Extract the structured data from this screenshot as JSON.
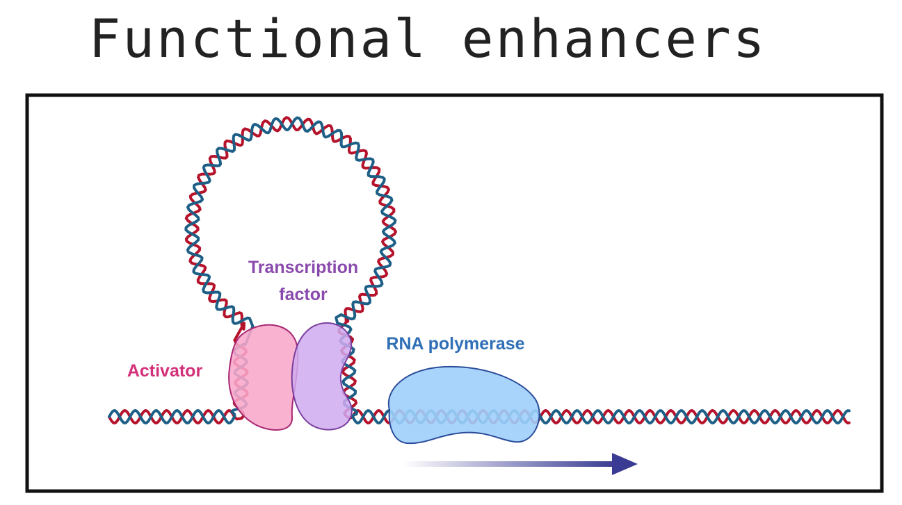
{
  "title": "Functional enhancers",
  "labels": {
    "activator": "Activator",
    "transcription_factor_line1": "Transcription",
    "transcription_factor_line2": "factor",
    "rna_polymerase": "RNA polymerase"
  },
  "colors": {
    "strand_red": "#b5132b",
    "strand_blue": "#1d5f86",
    "activator_fill": "#f9a7cb",
    "activator_stroke": "#a82873",
    "tf_fill": "#cfaaf0",
    "tf_stroke": "#7a3f9e",
    "pol_fill": "#9fcffb",
    "pol_stroke": "#2b4c9a",
    "arrow": "#3a3b93",
    "activator_text": "#d3307a",
    "tf_text": "#8a4aad",
    "pol_text": "#2f6fb6"
  }
}
